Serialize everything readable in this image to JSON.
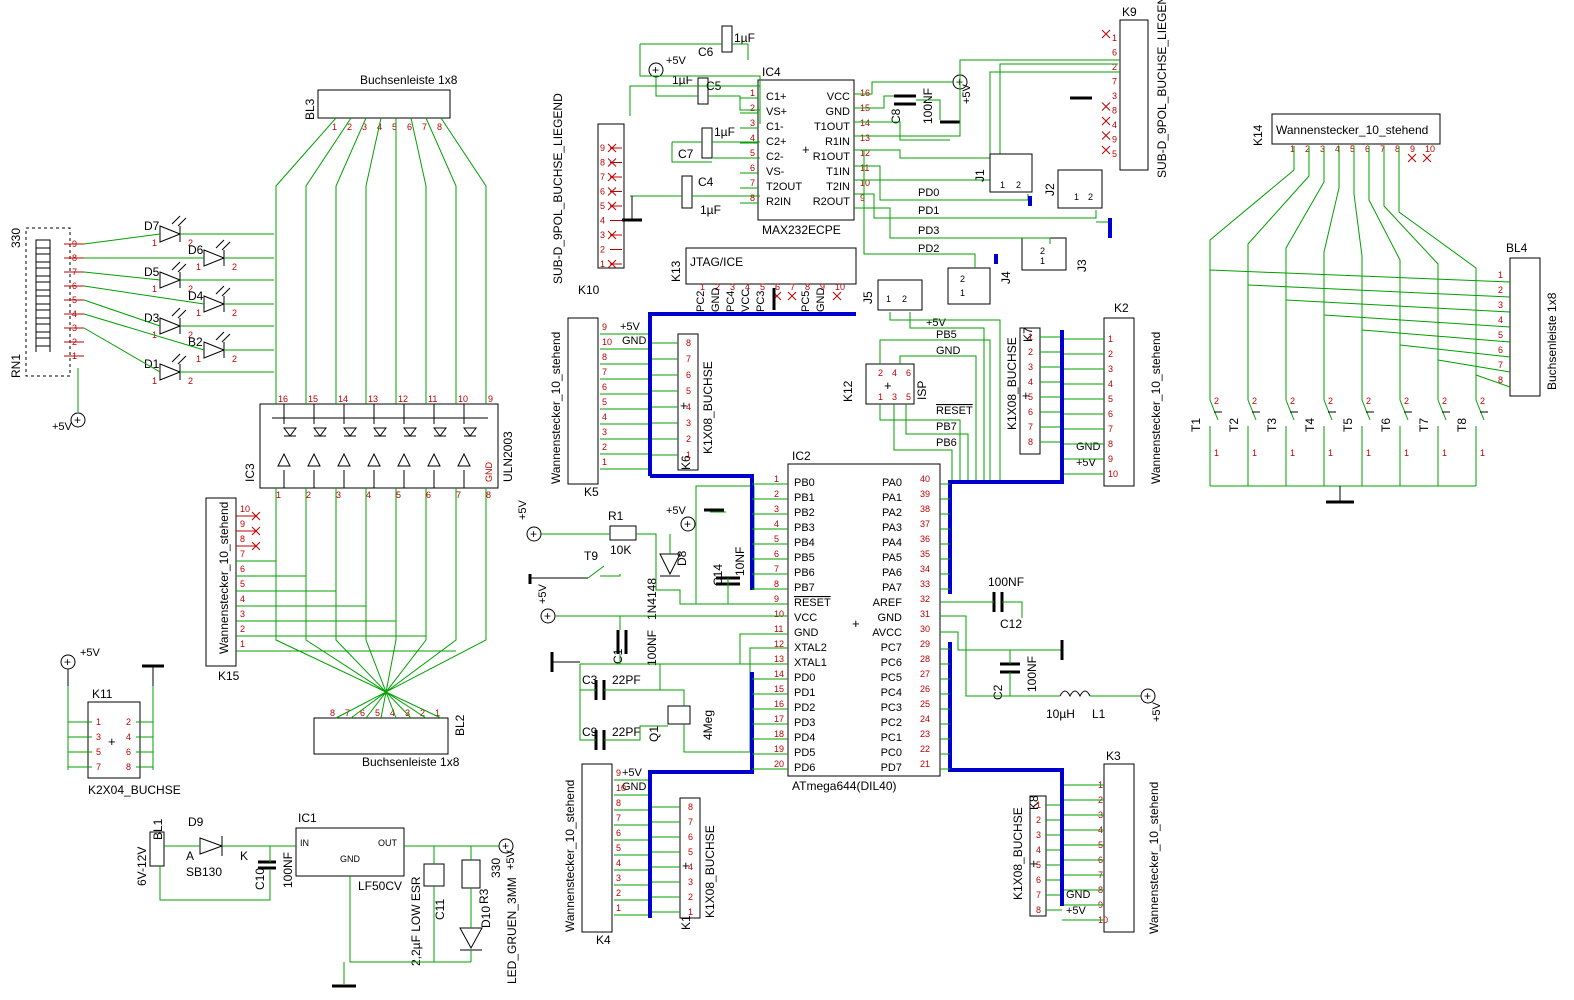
{
  "rn1": {
    "name": "RN1",
    "value": "330",
    "pins": [
      "9",
      "8",
      "7",
      "6",
      "5",
      "4",
      "3",
      "2",
      "1"
    ]
  },
  "leds": [
    "D7",
    "D6",
    "D5",
    "D4",
    "D3",
    "B2",
    "D1"
  ],
  "bl3": {
    "name": "BL3",
    "type": "Buchsenleiste 1x8",
    "pins": [
      "1",
      "2",
      "3",
      "4",
      "5",
      "6",
      "7",
      "8"
    ]
  },
  "bl2": {
    "name": "BL2",
    "type": "Buchsenleiste 1x8",
    "pins": [
      "8",
      "7",
      "6",
      "5",
      "4",
      "3",
      "2",
      "1"
    ]
  },
  "bl4": {
    "name": "BL4",
    "type": "Buchsenleiste 1x8",
    "pins": [
      "1",
      "2",
      "3",
      "4",
      "5",
      "6",
      "7",
      "8"
    ]
  },
  "ic3": {
    "name": "IC3",
    "part": "ULN2003",
    "top_pins": [
      "16",
      "15",
      "14",
      "13",
      "12",
      "11",
      "10",
      "9"
    ],
    "bottom_pins": [
      "1",
      "2",
      "3",
      "4",
      "5",
      "6",
      "7",
      "8"
    ],
    "gnd": "GND"
  },
  "k15": {
    "name": "K15",
    "type": "Wannenstecker_10_stehend",
    "pins": [
      "10",
      "9",
      "8",
      "7",
      "6",
      "5",
      "4",
      "3",
      "2",
      "1"
    ]
  },
  "k11": {
    "name": "K11",
    "type": "K2X04_BUCHSE",
    "left_pins": [
      "1",
      "3",
      "5",
      "7"
    ],
    "right_pins": [
      "2",
      "4",
      "6",
      "8"
    ],
    "supply": "+5V"
  },
  "power": {
    "bl1": "BL1",
    "input": "6V-12V",
    "d9": "D9",
    "d9_part": "SB130",
    "d9_a": "A",
    "d9_k": "K",
    "ic1": "IC1",
    "ic1_part": "LF50CV",
    "ic1_in": "IN",
    "ic1_out": "OUT",
    "ic1_gnd": "GND",
    "c10": "C10",
    "c10_val": "100NF",
    "c11": "C11",
    "c11_val": "2,2µF LOW ESR",
    "r3": "R3",
    "r3_val": "330",
    "d10": "D10",
    "d10_part": "LED_GRUEN_3MM",
    "out": "+5V"
  },
  "k10": {
    "name": "K10",
    "type": "SUB-D_9POL_BUCHSE_LIEGEND",
    "pins": [
      "9",
      "8",
      "7",
      "6",
      "5",
      "4",
      "3",
      "2",
      "1"
    ]
  },
  "ic4": {
    "name": "IC4",
    "part": "MAX232ECPE",
    "left": [
      "C1+",
      "VS+",
      "C1-",
      "C2+",
      "C2-",
      "VS-",
      "T2OUT",
      "R2IN"
    ],
    "left_pins": [
      "1",
      "2",
      "3",
      "4",
      "5",
      "6",
      "7",
      "8"
    ],
    "right": [
      "VCC",
      "GND",
      "T1OUT",
      "R1IN",
      "R1OUT",
      "T1IN",
      "T2IN",
      "R2OUT"
    ],
    "right_pins": [
      "16",
      "15",
      "14",
      "13",
      "12",
      "11",
      "10",
      "9"
    ]
  },
  "caps_top": {
    "c6": "C6",
    "c5": "C5",
    "c7": "C7",
    "c4": "C4",
    "c8": "C8",
    "uf": "1µF",
    "c8_val": "100NF",
    "plus5": "+5V"
  },
  "k9": {
    "name": "K9",
    "type": "SUB-D_9POL_BUCHSE_LIEGEND",
    "pins": [
      "1",
      "6",
      "2",
      "7",
      "3",
      "8",
      "4",
      "9",
      "5"
    ]
  },
  "jumpers": {
    "j1": "J1",
    "j2": "J2",
    "j3": "J3",
    "j4": "J4",
    "j5": "J5",
    "pd0": "PD0",
    "pd1": "PD1",
    "pd2": "PD2",
    "pd3": "PD3",
    "p1": "1",
    "p2": "2"
  },
  "k13": {
    "name": "K13",
    "type": "JTAG/ICE",
    "signals": [
      "PC2",
      "GND",
      "PC4",
      "VCC",
      "PC3",
      "",
      "",
      "PC5",
      "GND"
    ],
    "pins": [
      "1",
      "2",
      "3",
      "4",
      "5",
      "6",
      "7",
      "8",
      "9",
      "10"
    ]
  },
  "k12": {
    "name": "K12",
    "type": "ISP",
    "signals": [
      "+5V",
      "PB5",
      "GND",
      "RESET",
      "PB7",
      "PB6"
    ],
    "pins": [
      "2",
      "4",
      "6",
      "1",
      "3",
      "5"
    ]
  },
  "k5": {
    "name": "K5",
    "type": "Wannenstecker_10_stehend",
    "pins": [
      "9",
      "10",
      "8",
      "7",
      "6",
      "5",
      "4",
      "3",
      "2",
      "1"
    ],
    "plus5": "+5V",
    "gnd": "GND"
  },
  "k6": {
    "name": "K6",
    "type": "K1X08_BUCHSE",
    "pins": [
      "8",
      "7",
      "6",
      "5",
      "4",
      "3",
      "2",
      "1"
    ]
  },
  "k4": {
    "name": "K4",
    "type": "Wannenstecker_10_stehend",
    "pins": [
      "9",
      "10",
      "8",
      "7",
      "6",
      "5",
      "4",
      "3",
      "2",
      "1"
    ],
    "plus5": "+5V",
    "gnd": "GND"
  },
  "k1": {
    "name": "K1",
    "type": "K1X08_BUCHSE",
    "pins": [
      "8",
      "7",
      "6",
      "5",
      "4",
      "3",
      "2",
      "1"
    ]
  },
  "k2": {
    "name": "K2",
    "type": "Wannenstecker_10_stehend",
    "pins": [
      "1",
      "2",
      "3",
      "4",
      "5",
      "6",
      "7",
      "8",
      "9",
      "10"
    ],
    "gnd": "GND",
    "plus5": "+5V"
  },
  "k7": {
    "name": "K7",
    "type": "K1X08_BUCHSE",
    "pins": [
      "1",
      "2",
      "3",
      "4",
      "5",
      "6",
      "7",
      "8"
    ]
  },
  "k3": {
    "name": "K3",
    "type": "Wannenstecker_10_stehend",
    "pins": [
      "1",
      "2",
      "3",
      "4",
      "5",
      "6",
      "7",
      "8",
      "9",
      "10"
    ],
    "gnd": "GND",
    "plus5": "+5V"
  },
  "k8": {
    "name": "K8",
    "type": "K1X08_BUCHSE",
    "pins": [
      "1",
      "2",
      "3",
      "4",
      "5",
      "6",
      "7",
      "8"
    ]
  },
  "k14": {
    "name": "K14",
    "type": "Wannenstecker_10_stehend",
    "pins": [
      "1",
      "2",
      "3",
      "4",
      "5",
      "6",
      "7",
      "8",
      "9",
      "10"
    ]
  },
  "taster": [
    "T1",
    "T2",
    "T3",
    "T4",
    "T5",
    "T6",
    "T7",
    "T8"
  ],
  "ic2": {
    "name": "IC2",
    "part": "ATmega644(DIL40)",
    "left": [
      "PB0",
      "PB1",
      "PB2",
      "PB3",
      "PB4",
      "PB5",
      "PB6",
      "PB7",
      "RESET",
      "VCC",
      "GND",
      "XTAL2",
      "XTAL1",
      "PD0",
      "PD1",
      "PD2",
      "PD3",
      "PD4",
      "PD5",
      "PD6"
    ],
    "left_pins": [
      "1",
      "2",
      "3",
      "4",
      "5",
      "6",
      "7",
      "8",
      "9",
      "10",
      "11",
      "12",
      "13",
      "14",
      "15",
      "16",
      "17",
      "18",
      "19",
      "20"
    ],
    "right": [
      "PA0",
      "PA1",
      "PA2",
      "PA3",
      "PA4",
      "PA5",
      "PA6",
      "PA7",
      "AREF",
      "GND",
      "AVCC",
      "PC7",
      "PC6",
      "PC5",
      "PC4",
      "PC3",
      "PC2",
      "PC1",
      "PC0",
      "PD7"
    ],
    "right_pins": [
      "40",
      "39",
      "38",
      "37",
      "36",
      "35",
      "34",
      "33",
      "32",
      "31",
      "30",
      "29",
      "28",
      "27",
      "26",
      "25",
      "24",
      "23",
      "22",
      "21"
    ]
  },
  "reset": {
    "r1": "R1",
    "r1_val": "10K",
    "d8": "D8",
    "d8_part": "1N4148",
    "t9": "T9",
    "c14": "C14",
    "c14_val": "10NF",
    "plus5": "+5V"
  },
  "cpu_caps": {
    "c1": "C1",
    "c1_val": "100NF",
    "c3": "C3",
    "c9": "C9",
    "c_val": "22PF",
    "q1": "Q1",
    "q1_val": "4Meg",
    "c12": "C12",
    "c12_val": "100NF",
    "c2": "C2",
    "c2_val": "100NF",
    "l1": "L1",
    "l1_val": "10µH",
    "plus5": "+5V"
  }
}
